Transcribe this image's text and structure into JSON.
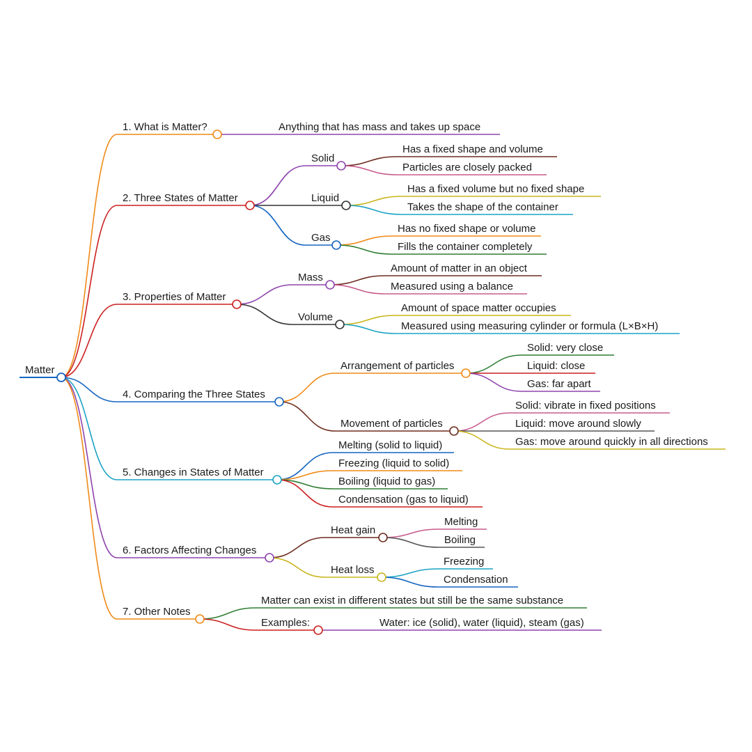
{
  "mindmap": {
    "root": {
      "label": "Matter",
      "color": "#1565c0"
    },
    "branches": [
      {
        "id": "b1",
        "label": "1. What is Matter?",
        "color": "#ef8a17",
        "children": [
          {
            "id": "b1a",
            "label": "Anything that has mass and takes up space",
            "color": "#8e44ad"
          }
        ]
      },
      {
        "id": "b2",
        "label": "2. Three States of Matter",
        "color": "#cc1f1f",
        "children": [
          {
            "id": "b2a",
            "label": "Solid",
            "color": "#8e44ad",
            "children": [
              {
                "id": "b2a1",
                "label": "Has a fixed shape and volume",
                "color": "#6d2c1f"
              },
              {
                "id": "b2a2",
                "label": "Particles are closely packed",
                "color": "#c85a8e"
              }
            ]
          },
          {
            "id": "b2b",
            "label": "Liquid",
            "color": "#333333",
            "children": [
              {
                "id": "b2b1",
                "label": "Has a fixed volume but no fixed shape",
                "color": "#c9b51a"
              },
              {
                "id": "b2b2",
                "label": "Takes the shape of the container",
                "color": "#1aa3c4"
              }
            ]
          },
          {
            "id": "b2c",
            "label": "Gas",
            "color": "#1565c0",
            "children": [
              {
                "id": "b2c1",
                "label": "Has no fixed shape or volume",
                "color": "#ef8a17"
              },
              {
                "id": "b2c2",
                "label": "Fills the container completely",
                "color": "#2e7d32"
              }
            ]
          }
        ]
      },
      {
        "id": "b3",
        "label": "3. Properties of Matter",
        "color": "#cc1f1f",
        "children": [
          {
            "id": "b3a",
            "label": "Mass",
            "color": "#8e44ad",
            "children": [
              {
                "id": "b3a1",
                "label": "Amount of matter in an object",
                "color": "#6d2c1f"
              },
              {
                "id": "b3a2",
                "label": "Measured using a balance",
                "color": "#c85a8e"
              }
            ]
          },
          {
            "id": "b3b",
            "label": "Volume",
            "color": "#333333",
            "children": [
              {
                "id": "b3b1",
                "label": "Amount of space matter occupies",
                "color": "#c9b51a"
              },
              {
                "id": "b3b2",
                "label": "Measured using measuring cylinder or formula (L×B×H)",
                "color": "#1aa3c4"
              }
            ]
          }
        ]
      },
      {
        "id": "b4",
        "label": "4. Comparing the Three States",
        "color": "#1565c0",
        "children": [
          {
            "id": "b4a",
            "label": "Arrangement of particles",
            "color": "#ef8a17",
            "children": [
              {
                "id": "b4a1",
                "label": "Solid: very close",
                "color": "#2e7d32"
              },
              {
                "id": "b4a2",
                "label": "Liquid: close",
                "color": "#cc1f1f"
              },
              {
                "id": "b4a3",
                "label": "Gas: far apart",
                "color": "#8e44ad"
              }
            ]
          },
          {
            "id": "b4b",
            "label": "Movement of particles",
            "color": "#6d2c1f",
            "children": [
              {
                "id": "b4b1",
                "label": "Solid: vibrate in fixed positions",
                "color": "#c85a8e"
              },
              {
                "id": "b4b2",
                "label": "Liquid: move around slowly",
                "color": "#555555"
              },
              {
                "id": "b4b3",
                "label": "Gas: move around quickly in all directions",
                "color": "#c9b51a"
              }
            ]
          }
        ]
      },
      {
        "id": "b5",
        "label": "5. Changes in States of Matter",
        "color": "#1aa3c4",
        "children": [
          {
            "id": "b5a",
            "label": "Melting (solid to liquid)",
            "color": "#1565c0"
          },
          {
            "id": "b5b",
            "label": "Freezing (liquid to solid)",
            "color": "#ef8a17"
          },
          {
            "id": "b5c",
            "label": "Boiling (liquid to gas)",
            "color": "#2e7d32"
          },
          {
            "id": "b5d",
            "label": "Condensation (gas to liquid)",
            "color": "#cc1f1f"
          }
        ]
      },
      {
        "id": "b6",
        "label": "6. Factors Affecting Changes",
        "color": "#8e44ad",
        "children": [
          {
            "id": "b6a",
            "label": "Heat gain",
            "color": "#6d2c1f",
            "children": [
              {
                "id": "b6a1",
                "label": "Melting",
                "color": "#c85a8e"
              },
              {
                "id": "b6a2",
                "label": "Boiling",
                "color": "#555555"
              }
            ]
          },
          {
            "id": "b6b",
            "label": "Heat loss",
            "color": "#c9b51a",
            "children": [
              {
                "id": "b6b1",
                "label": "Freezing",
                "color": "#1aa3c4"
              },
              {
                "id": "b6b2",
                "label": "Condensation",
                "color": "#1565c0"
              }
            ]
          }
        ]
      },
      {
        "id": "b7",
        "label": "7. Other Notes",
        "color": "#ef8a17",
        "children": [
          {
            "id": "b7a",
            "label": "Matter can exist in different states but still be the same substance",
            "color": "#2e7d32"
          },
          {
            "id": "b7b",
            "label": "Examples:",
            "color": "#cc1f1f",
            "children": [
              {
                "id": "b7b1",
                "label": "Water: ice (solid), water (liquid), steam (gas)",
                "color": "#8e44ad"
              }
            ]
          }
        ]
      }
    ]
  }
}
